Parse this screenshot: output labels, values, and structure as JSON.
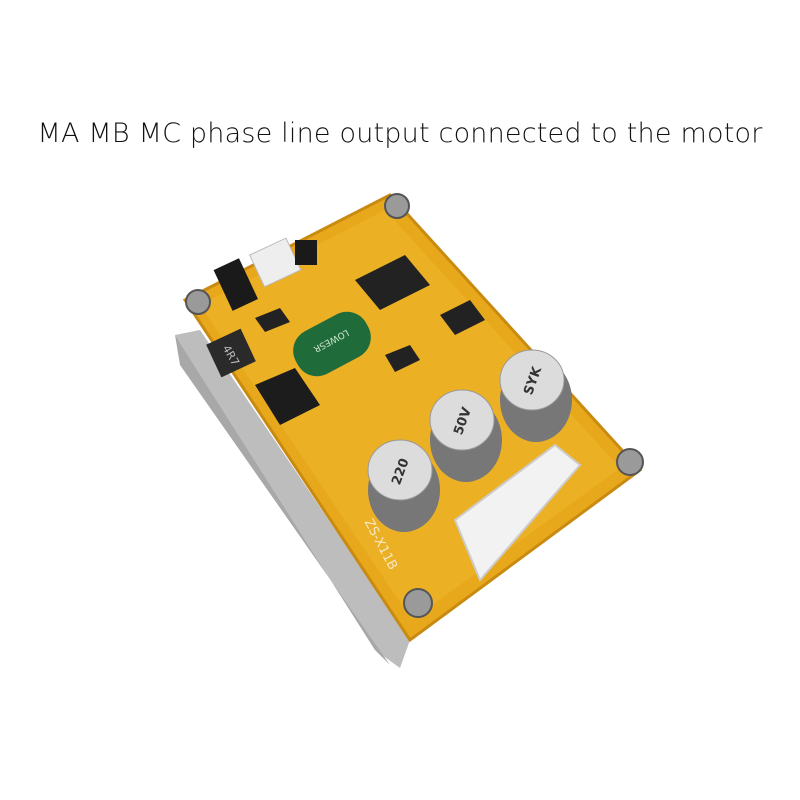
{
  "caption": "MA MB MC phase line output connected to the motor",
  "product": {
    "capacitor_markings": [
      "220",
      "50V",
      "SYK"
    ],
    "inductor_marking": "4R7",
    "board_marking": "ZS-X11B",
    "electrolytic_marking": "LOWESR"
  },
  "colors": {
    "pcb": "#e8a81c",
    "heatsink": "#c9c9c9",
    "capacitor": "#d8d8d8",
    "connector": "#f2f2f2"
  }
}
